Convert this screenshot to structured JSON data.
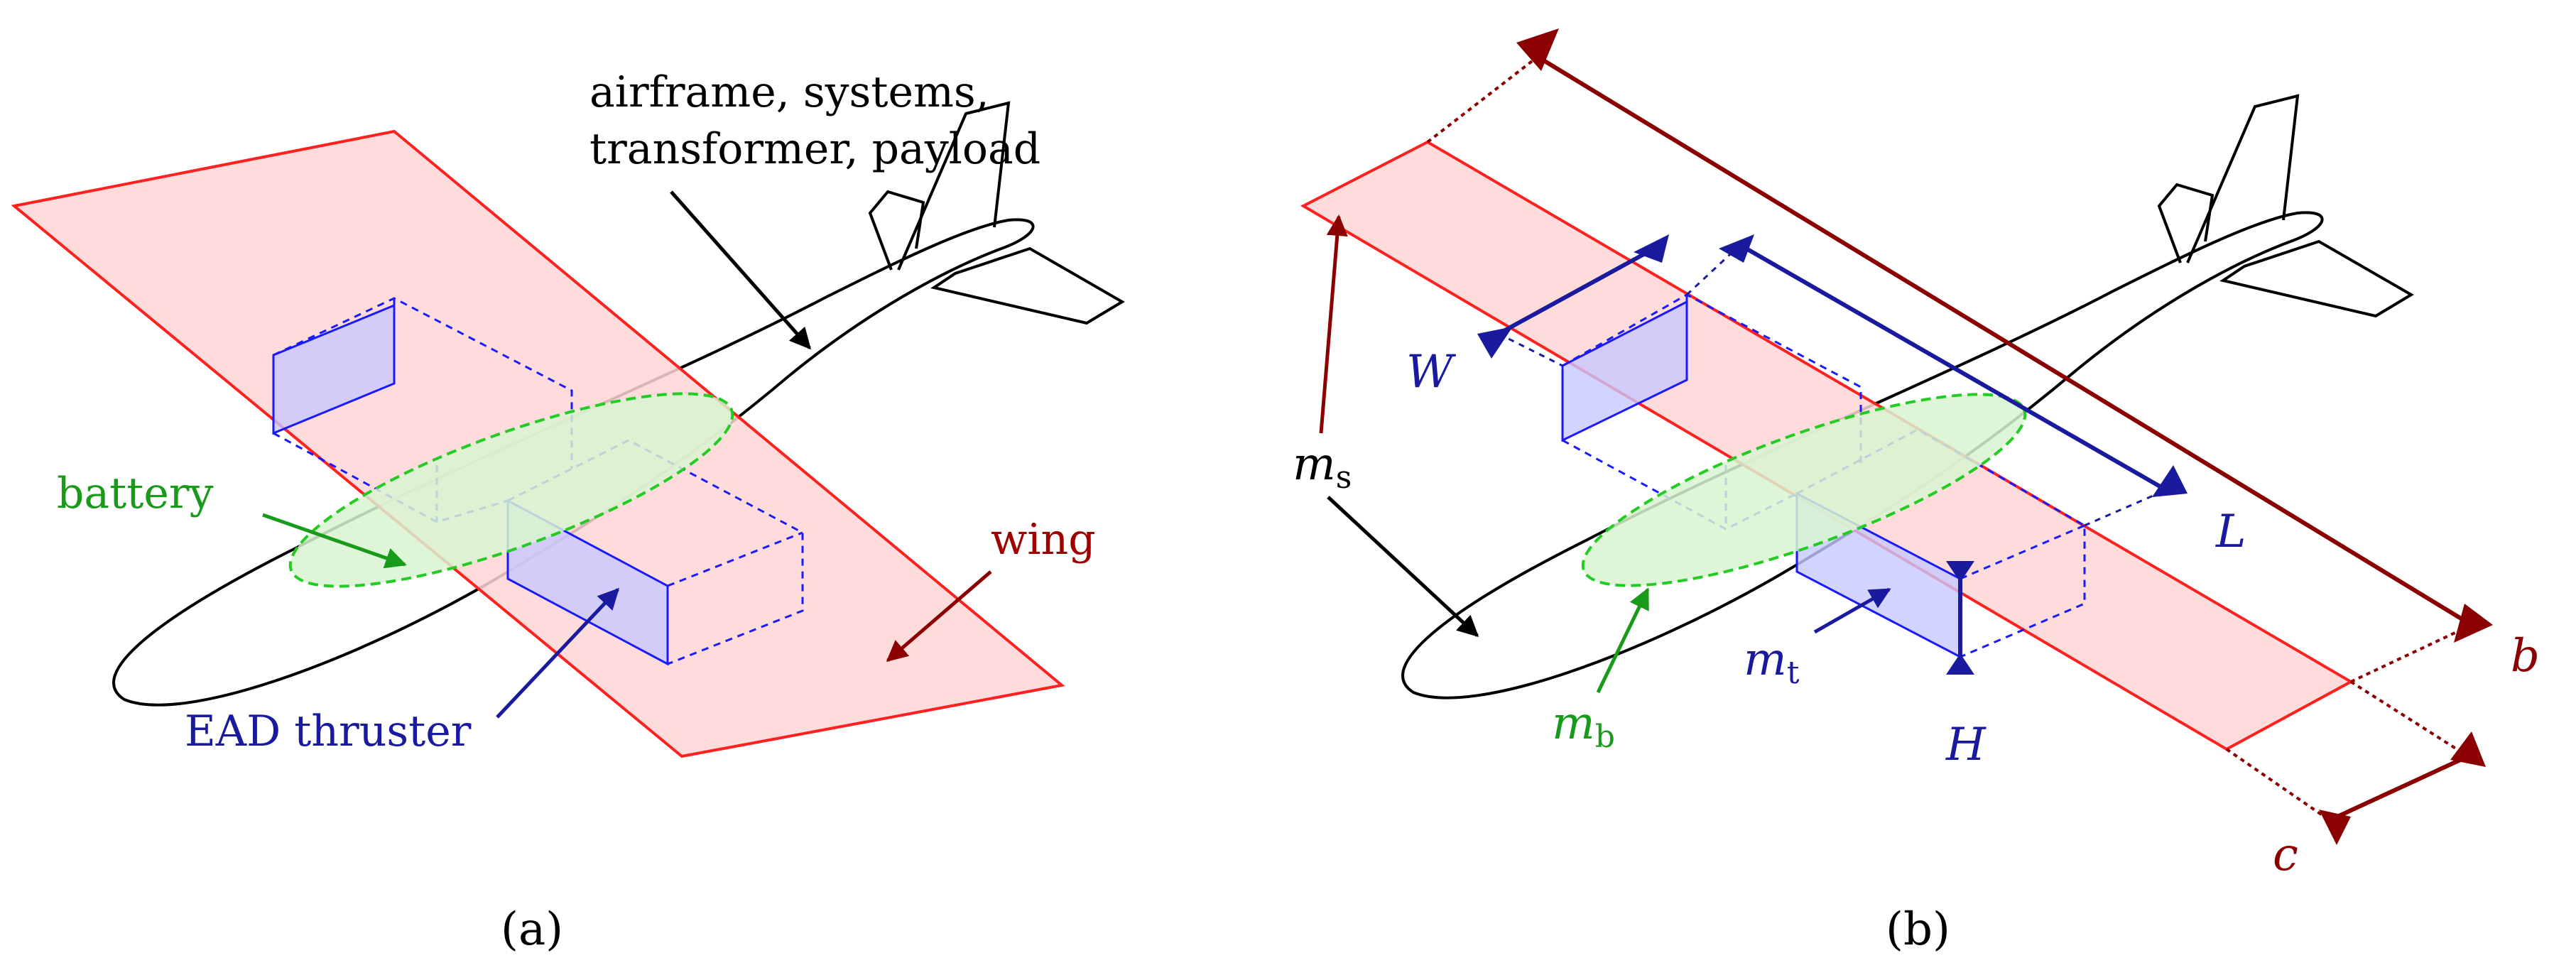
{
  "colors": {
    "wing_fill": "#ffd6d6",
    "wing_stroke": "#ff2020",
    "wing_label": "#a00000",
    "dim_dark_red": "#8b0000",
    "thruster_fill": "#c8c8ff",
    "thruster_stroke": "#1a1aff",
    "thruster_label": "#1a1a9e",
    "battery_fill": "#d8f5d0",
    "battery_stroke": "#22cc22",
    "battery_label": "#1a9a1a",
    "airframe": "#000000"
  },
  "panel_a": {
    "caption": "(a)",
    "airframe_label_line1": "airframe, systems,",
    "airframe_label_line2": "transformer, payload",
    "battery_label": "battery",
    "wing_label": "wing",
    "thruster_label": "EAD thruster"
  },
  "panel_b": {
    "caption": "(b)",
    "W": "W",
    "L": "L",
    "H": "H",
    "b": "b",
    "c": "c",
    "m_s": {
      "base": "m",
      "sub": "s"
    },
    "m_b": {
      "base": "m",
      "sub": "b"
    },
    "m_t": {
      "base": "m",
      "sub": "t"
    }
  }
}
